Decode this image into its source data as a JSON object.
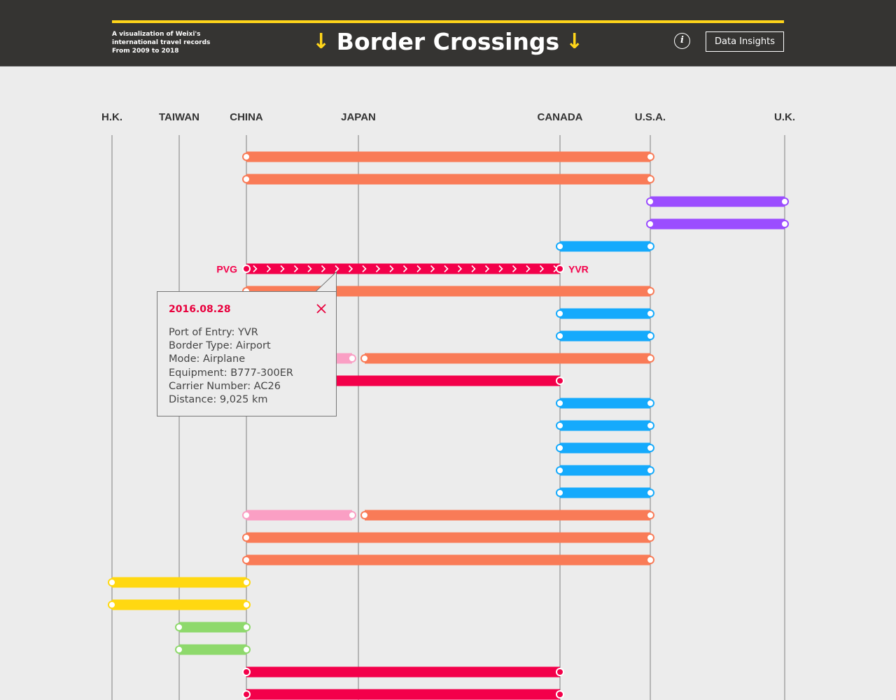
{
  "header": {
    "subtitle_lines": [
      "A visualization of Weixi's",
      "international travel records",
      "From 2009 to 2018"
    ],
    "title": "Border Crossings",
    "arrow_glyph": "↓",
    "info_glyph": "i",
    "insights_label": "Data Insights",
    "accent_color": "#ffd51a"
  },
  "chart_data": {
    "type": "timeline",
    "countries": [
      "H.K.",
      "TAIWAN",
      "CHINA",
      "JAPAN",
      "CANADA",
      "U.S.A.",
      "U.K."
    ],
    "colors": {
      "orange": "#f97b57",
      "purple": "#9b4dff",
      "blue": "#15aafc",
      "red": "#f3004a",
      "pink": "#fa9fc4",
      "yellow": "#ffd811",
      "green": "#8ed96c"
    },
    "trips": [
      {
        "legs": [
          {
            "from": "CHINA",
            "to": "U.S.A.",
            "color": "orange"
          }
        ]
      },
      {
        "legs": [
          {
            "from": "CHINA",
            "to": "U.S.A.",
            "color": "orange"
          }
        ]
      },
      {
        "legs": [
          {
            "from": "U.S.A.",
            "to": "U.K.",
            "color": "purple"
          }
        ]
      },
      {
        "legs": [
          {
            "from": "U.S.A.",
            "to": "U.K.",
            "color": "purple"
          }
        ]
      },
      {
        "legs": [
          {
            "from": "CANADA",
            "to": "U.S.A.",
            "color": "blue"
          }
        ]
      },
      {
        "legs": [
          {
            "from": "CHINA",
            "to": "CANADA",
            "color": "red"
          }
        ],
        "selected": true,
        "from_code": "PVG",
        "to_code": "YVR"
      },
      {
        "legs": [
          {
            "from": "CHINA",
            "to": "U.S.A.",
            "color": "orange"
          }
        ]
      },
      {
        "legs": [
          {
            "from": "CANADA",
            "to": "U.S.A.",
            "color": "blue"
          }
        ]
      },
      {
        "legs": [
          {
            "from": "CANADA",
            "to": "U.S.A.",
            "color": "blue"
          }
        ]
      },
      {
        "legs": [
          {
            "from": "CHINA",
            "to": "JAPAN",
            "color": "pink"
          },
          {
            "from": "JAPAN",
            "to": "U.S.A.",
            "color": "orange"
          }
        ]
      },
      {
        "legs": [
          {
            "from": "CHINA",
            "to": "CANADA",
            "color": "red"
          }
        ]
      },
      {
        "legs": [
          {
            "from": "CANADA",
            "to": "U.S.A.",
            "color": "blue"
          }
        ]
      },
      {
        "legs": [
          {
            "from": "CANADA",
            "to": "U.S.A.",
            "color": "blue"
          }
        ]
      },
      {
        "legs": [
          {
            "from": "CANADA",
            "to": "U.S.A.",
            "color": "blue"
          }
        ]
      },
      {
        "legs": [
          {
            "from": "CANADA",
            "to": "U.S.A.",
            "color": "blue"
          }
        ]
      },
      {
        "legs": [
          {
            "from": "CANADA",
            "to": "U.S.A.",
            "color": "blue"
          }
        ]
      },
      {
        "legs": [
          {
            "from": "CHINA",
            "to": "JAPAN",
            "color": "pink"
          },
          {
            "from": "JAPAN",
            "to": "U.S.A.",
            "color": "orange"
          }
        ]
      },
      {
        "legs": [
          {
            "from": "CHINA",
            "to": "U.S.A.",
            "color": "orange"
          }
        ]
      },
      {
        "legs": [
          {
            "from": "CHINA",
            "to": "U.S.A.",
            "color": "orange"
          }
        ]
      },
      {
        "legs": [
          {
            "from": "H.K.",
            "to": "CHINA",
            "color": "yellow"
          }
        ]
      },
      {
        "legs": [
          {
            "from": "H.K.",
            "to": "CHINA",
            "color": "yellow"
          }
        ]
      },
      {
        "legs": [
          {
            "from": "TAIWAN",
            "to": "CHINA",
            "color": "green"
          }
        ]
      },
      {
        "legs": [
          {
            "from": "TAIWAN",
            "to": "CHINA",
            "color": "green"
          }
        ]
      },
      {
        "legs": [
          {
            "from": "CHINA",
            "to": "CANADA",
            "color": "red"
          }
        ]
      },
      {
        "legs": [
          {
            "from": "CHINA",
            "to": "CANADA",
            "color": "red"
          }
        ]
      }
    ]
  },
  "popup": {
    "date": "2016.08.28",
    "lines": [
      "Port of Entry: YVR",
      "Border Type: Airport",
      "Mode: Airplane",
      "Equipment: B777-300ER",
      "Carrier Number: AC26",
      "Distance: 9,025 km"
    ],
    "accent_color": "#e8003d"
  }
}
